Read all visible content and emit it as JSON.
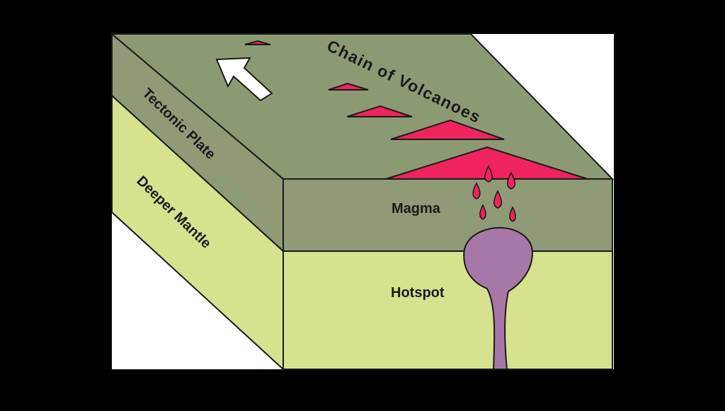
{
  "labels": {
    "chain": "Chain of Volcanoes",
    "plate": "Tectonic Plate",
    "mantle": "Deeper Mantle",
    "magma": "Magma",
    "hotspot": "Hotspot"
  },
  "colors": {
    "background": "#000000",
    "canvas": "#ffffff",
    "plate_top": "#8c9a74",
    "plate_side": "#8e9b76",
    "mantle": "#d6e28e",
    "volcano": "#f0245c",
    "plume": "#a678a8",
    "outline": "#1a1a1a",
    "arrow": "#ffffff"
  },
  "icons": {
    "motion_arrow": "arrow-up-left-icon"
  }
}
